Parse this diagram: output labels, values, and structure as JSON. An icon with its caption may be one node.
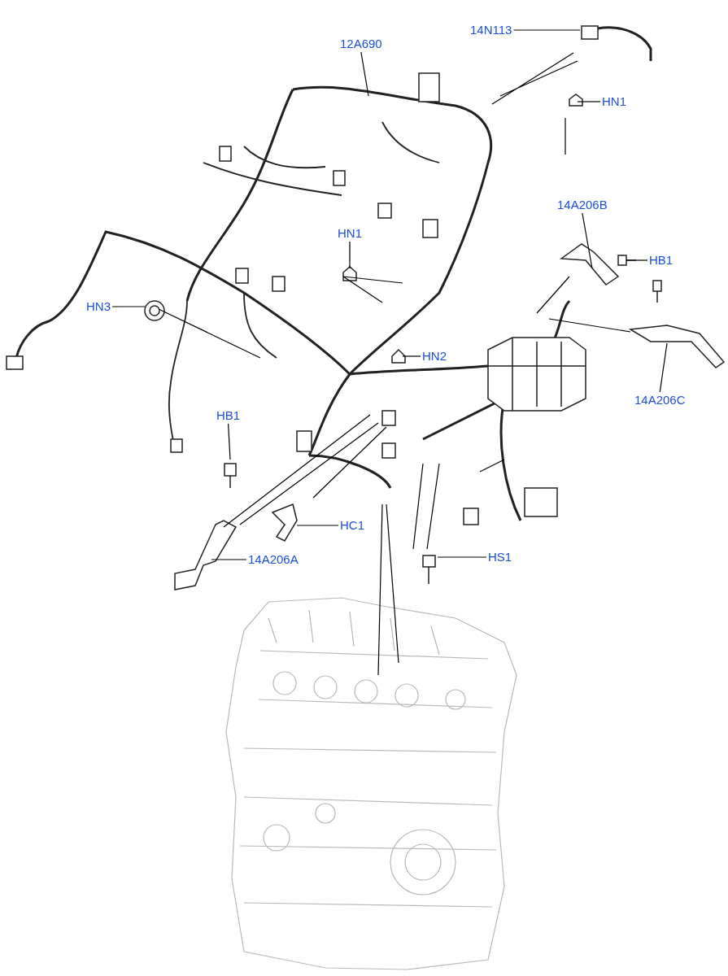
{
  "diagram": {
    "nodes": [
      {
        "text": [
          "14N113"
        ]
      },
      {
        "text": [
          "12A690"
        ]
      },
      {
        "text": [
          "HN1"
        ]
      },
      {
        "text": [
          "14A206B"
        ]
      },
      {
        "text": [
          "HN1"
        ]
      },
      {
        "text": [
          "HB1"
        ]
      },
      {
        "text": [
          "HN3"
        ]
      },
      {
        "text": [
          "HN2"
        ]
      },
      {
        "text": [
          "14A206C"
        ]
      },
      {
        "text": [
          "HB1"
        ]
      },
      {
        "text": [
          "HC1"
        ]
      },
      {
        "text": [
          "14A206A"
        ]
      },
      {
        "text": [
          "HS1"
        ]
      }
    ],
    "edges": [
      {
        "from": 0,
        "to": null,
        "arrow": "none"
      },
      {
        "from": 1,
        "to": null,
        "arrow": "none"
      },
      {
        "from": 2,
        "to": null,
        "arrow": "none"
      },
      {
        "from": 3,
        "to": null,
        "arrow": "none"
      },
      {
        "from": 4,
        "to": null,
        "arrow": "none"
      },
      {
        "from": 5,
        "to": null,
        "arrow": "none"
      },
      {
        "from": 6,
        "to": null,
        "arrow": "none"
      },
      {
        "from": 7,
        "to": null,
        "arrow": "none"
      },
      {
        "from": 8,
        "to": null,
        "arrow": "none"
      },
      {
        "from": 9,
        "to": null,
        "arrow": "none"
      },
      {
        "from": 10,
        "to": null,
        "arrow": "none"
      },
      {
        "from": 11,
        "to": null,
        "arrow": "none"
      },
      {
        "from": 12,
        "to": null,
        "arrow": "none"
      }
    ]
  }
}
